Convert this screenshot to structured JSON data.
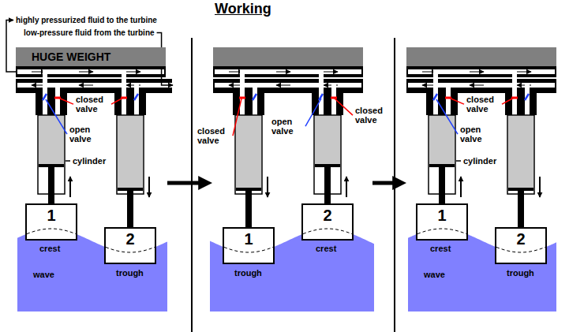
{
  "diagram": {
    "title": "Working",
    "nodes": [
      {
        "text": [
          "HUGE WEIGHT"
        ]
      },
      {
        "text": [
          "1"
        ]
      },
      {
        "text": [
          "2"
        ]
      },
      {
        "text": [
          "1"
        ]
      },
      {
        "text": [
          "2"
        ]
      },
      {
        "text": [
          "1"
        ]
      },
      {
        "text": [
          "2"
        ]
      }
    ],
    "labels": [
      "highly pressurized fluid to the turbine",
      "low-pressure fluid from the turbine",
      "closed valve",
      "open valve",
      "cylinder",
      "crest",
      "wave",
      "trough",
      "closed valve",
      "open valve",
      "closed valve",
      "trough",
      "crest",
      "closed valve",
      "open valve",
      "cylinder",
      "crest",
      "wave",
      "trough"
    ]
  }
}
